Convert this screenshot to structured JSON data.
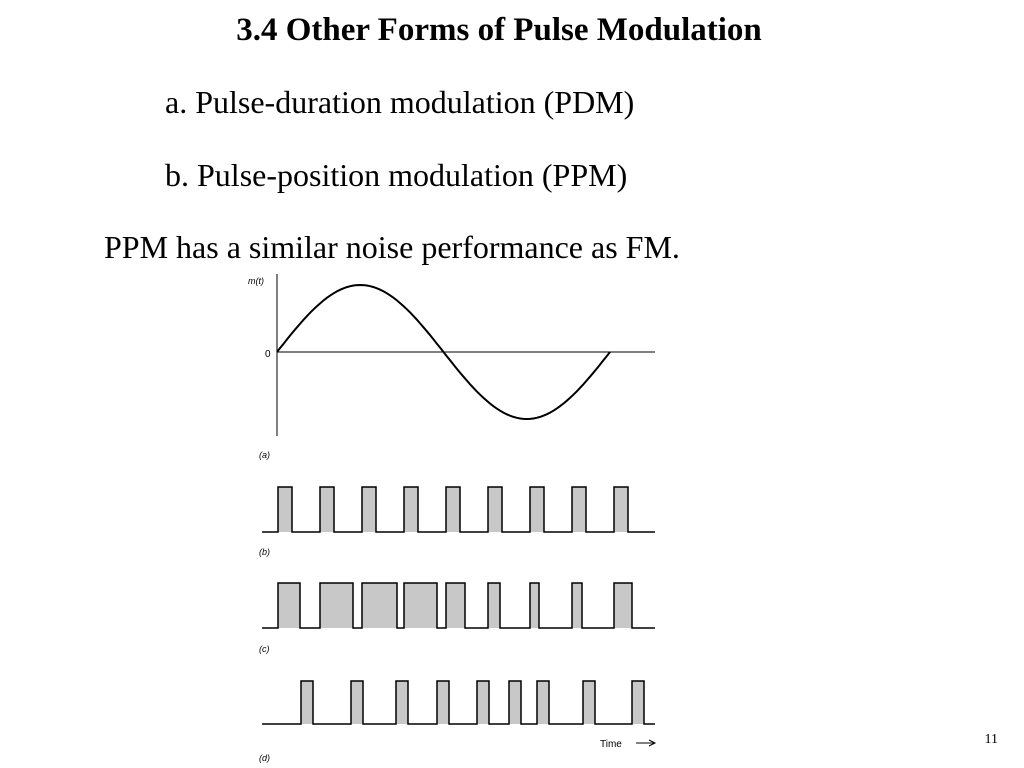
{
  "slide": {
    "title": "3.4 Other Forms of Pulse Modulation",
    "line_a": "a. Pulse-duration modulation (PDM)",
    "line_b": "b. Pulse-position modulation (PPM)",
    "line_c": "PPM has a similar noise performance as FM.",
    "page_number": "11"
  },
  "figure": {
    "y_axis_label": "m(t)",
    "zero_label": "0",
    "label_a": "(a)",
    "label_b": "(b)",
    "label_c": "(c)",
    "label_d": "(d)",
    "time_label": "Time"
  },
  "colors": {
    "pulse_fill": "#c8c8c8",
    "stroke": "#000000"
  }
}
